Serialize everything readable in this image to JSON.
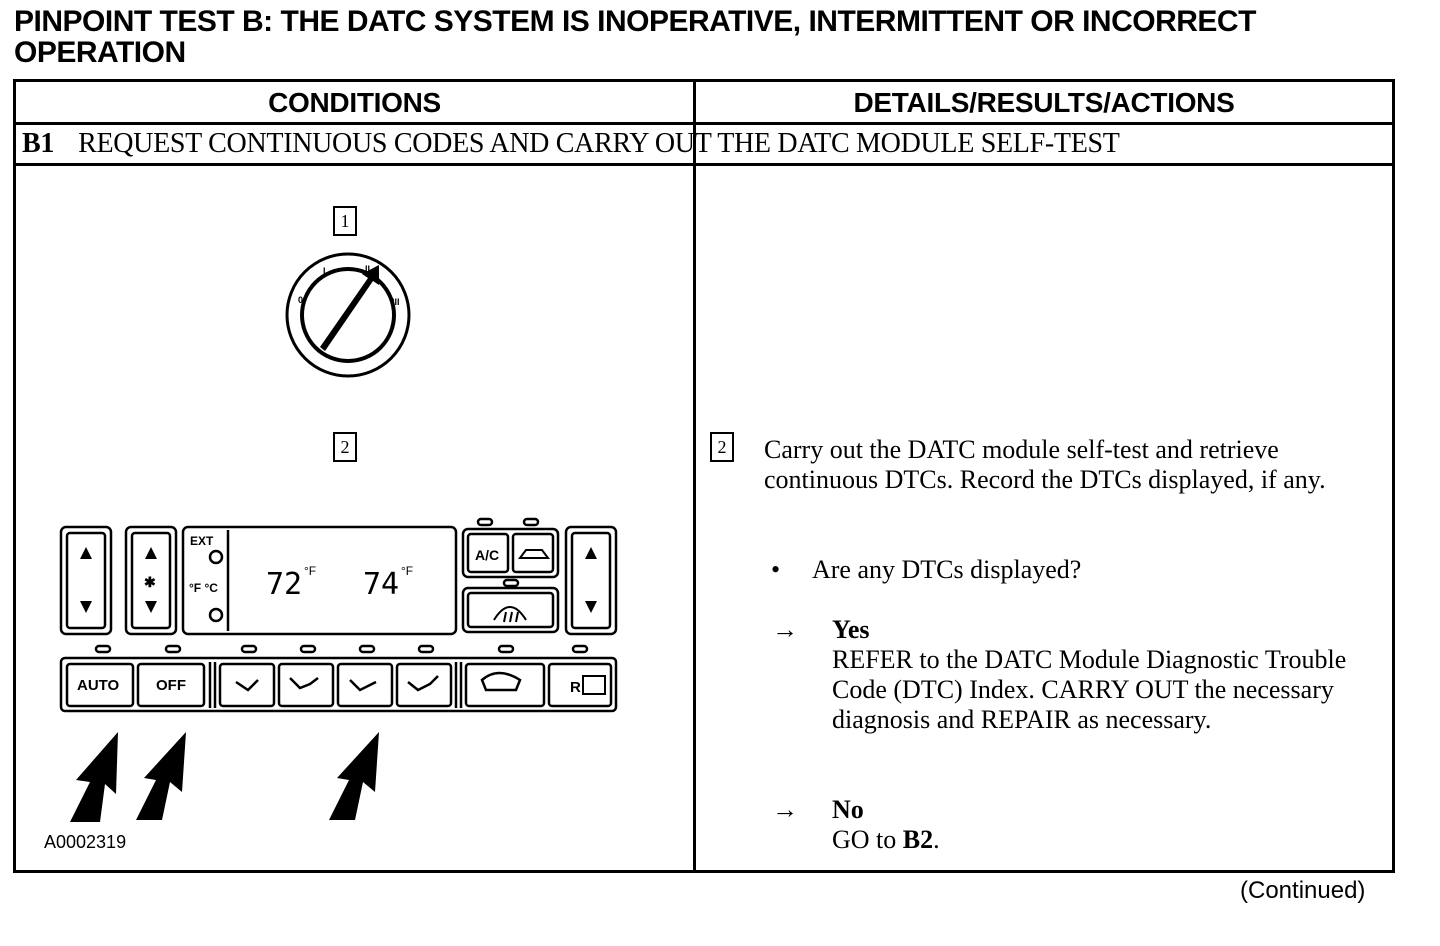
{
  "title": "PINPOINT TEST B:  THE DATC SYSTEM IS INOPERATIVE, INTERMITTENT OR INCORRECT OPERATION",
  "table": {
    "col_conditions": "CONDITIONS",
    "col_details": "DETAILS/RESULTS/ACTIONS",
    "step_id": "B1",
    "step_title": "REQUEST CONTINUOUS CODES AND CARRY OUT THE DATC MODULE SELF-TEST"
  },
  "figure": {
    "callout_1": "1",
    "callout_2": "2",
    "ignition_positions": [
      "0",
      "I",
      "II",
      "III"
    ],
    "panel": {
      "ext_label": "EXT",
      "unit_label": "°F °C",
      "temp_left": "72",
      "temp_left_unit": "°F",
      "temp_right": "74",
      "temp_right_unit": "°F",
      "ac_label": "A/C",
      "auto_label": "AUTO",
      "off_label": "OFF",
      "rear_label": "R"
    },
    "figure_id": "A0002319"
  },
  "actions": {
    "callout": "2",
    "instruction": "Carry out the DATC module self-test and retrieve continuous DTCs. Record the DTCs displayed, if any.",
    "bullet": "•",
    "question": "Are any DTCs displayed?",
    "arrow": "→",
    "yes_label": "Yes",
    "yes_text": "REFER to the DATC Module Diagnostic Trouble Code (DTC) Index. CARRY OUT the necessary diagnosis and REPAIR as necessary.",
    "no_label": "No",
    "no_text_prefix": "GO to ",
    "no_target": "B2",
    "no_text_suffix": "."
  },
  "footer": {
    "continued": "(Continued)"
  }
}
